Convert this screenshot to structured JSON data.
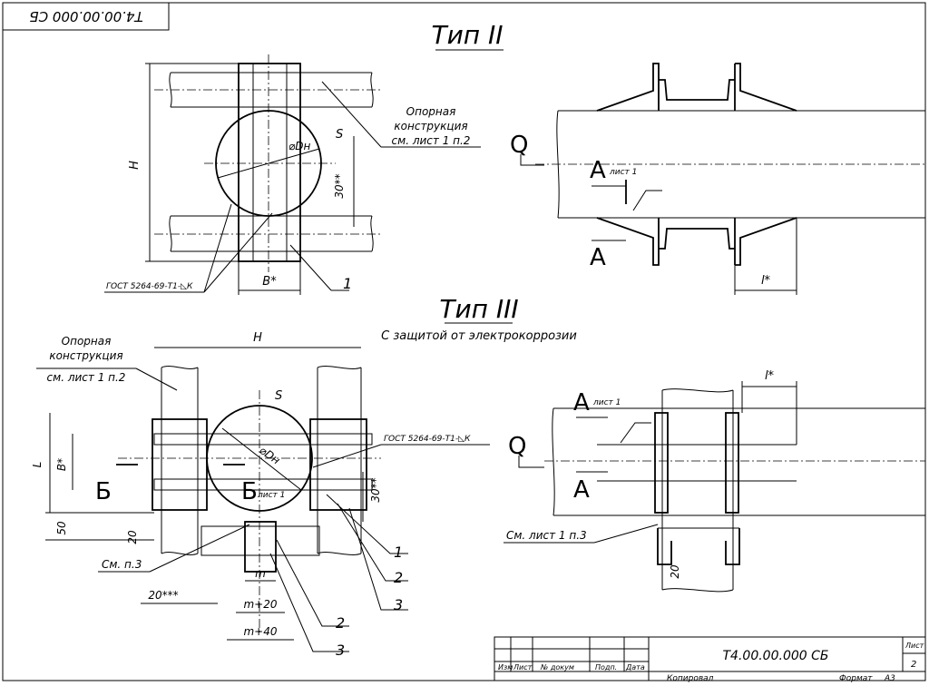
{
  "stamp_top": "Т4.00.00.000 СБ",
  "type2": {
    "title": "Тип II",
    "support_note": [
      "Опорная",
      "конструкция",
      "см. лист 1 п.2"
    ],
    "dim_h": "H",
    "diameter": "⌀Dн",
    "s_label": "S",
    "dim_30": "30**",
    "weld_note": "ГОСТ 5264-69-Т1-◺К",
    "dim_b": "B*",
    "item_1": "1",
    "q_label": "Q",
    "section_a": "A",
    "section_a_ref": "лист 1",
    "dim_l": "l*"
  },
  "type3": {
    "title": "Тип III",
    "subtitle": "С защитой от электрокоррозии",
    "support_note": [
      "Опорная",
      "конструкция",
      "см. лист 1 п.2"
    ],
    "dim_h": "H",
    "dim_l": "L",
    "dim_b": "B*",
    "dim_50": "50",
    "dim_20": "20",
    "dim_20b": "20***",
    "see_p3": "См. п.3",
    "section_b": "Б",
    "section_b_ref": "лист 1",
    "diameter": "⌀Dн",
    "s_label": "S",
    "weld_note": "ГОСТ 5264-69-Т1-◺К",
    "dim_30": "30**",
    "dim_m": "m",
    "dim_m20": "m+20",
    "dim_m40": "m+40",
    "items": [
      "1",
      "2",
      "3"
    ],
    "items_low": [
      "2",
      "3"
    ],
    "q_label": "Q",
    "section_a": "A",
    "section_a_ref": "лист 1",
    "dim_l_right": "l*",
    "see_sheet": "См. лист 1 п.3",
    "dim_20_right": "20"
  },
  "title_block": {
    "designation": "Т4.00.00.000 СБ",
    "sheet_label": "Лист",
    "sheet_no": "2",
    "columns": [
      "Изм",
      "Лист",
      "№ докум",
      "Подп.",
      "Дата"
    ],
    "copied": "Копировал",
    "format_label": "Формат",
    "format_value": "А3"
  }
}
